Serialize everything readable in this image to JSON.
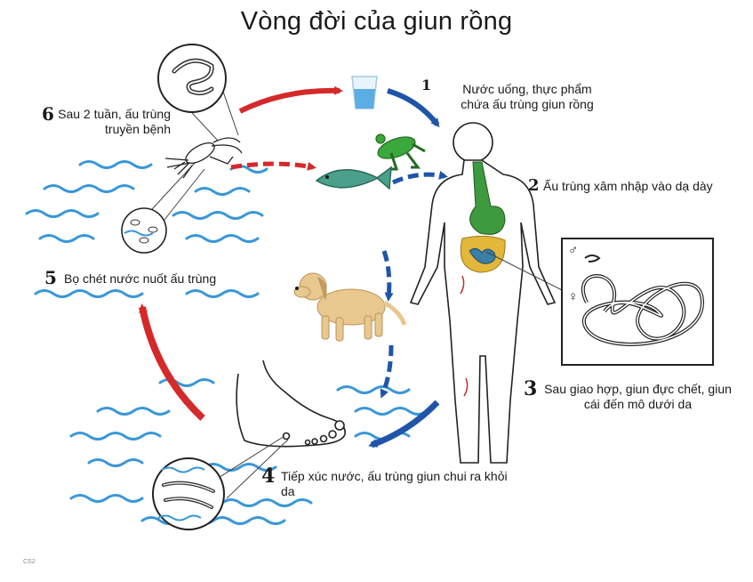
{
  "title": "Vòng đời của giun rồng",
  "colors": {
    "red_arrow": "#d42a2a",
    "blue_arrow": "#1f55a8",
    "water": "#3a97d8",
    "frog": "#3aa83a",
    "fish": "#4aa08a",
    "dog": "#e8c88f",
    "stomach": "#3e9a3e",
    "intestine": "#e2b73a"
  },
  "steps": [
    {
      "num": "1",
      "text": "Nước uống, thực phẩm chứa ấu trùng giun rồng"
    },
    {
      "num": "2",
      "text": "Ấu trùng xâm nhập vào dạ dày"
    },
    {
      "num": "3",
      "text": "Sau giao hợp, giun đực chết, giun cái đến mô dưới da"
    },
    {
      "num": "4",
      "text": "Tiếp xúc nước, ấu trùng giun chui ra khỏi da"
    },
    {
      "num": "5",
      "text": "Bọ chét nước nuốt ấu trùng"
    },
    {
      "num": "6",
      "text": "Sau 2 tuần, ấu trùng truyền bệnh"
    }
  ],
  "symbols": {
    "male": "♂",
    "female": "♀"
  },
  "watermark": "CS2"
}
